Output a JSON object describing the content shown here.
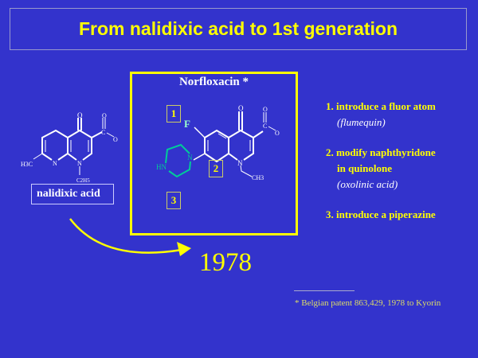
{
  "title": "From nalidixic acid to 1st generation",
  "norfloxacin": {
    "title": "Norfloxacin *",
    "box1": "1",
    "box2": "2",
    "box3": "3"
  },
  "nalidixic": {
    "label": "nalidixic acid"
  },
  "atoms": {
    "O": "O",
    "O_minus": "O",
    "minus": "-",
    "N": "N",
    "F": "F",
    "H3C": "H3C",
    "C2H5": "C2H5",
    "CH3": "CH3",
    "HN": "HN"
  },
  "year": "1978",
  "list": {
    "item1": "1. introduce a fluor atom",
    "item1_paren": "flumequin",
    "item2a": "2. modify naphthyridone",
    "item2b": "in quinolone",
    "item2_paren": "oxolinic acid",
    "item3": "3. introduce a piperazine"
  },
  "footnote": "* Belgian patent 863,429, 1978 to Kyorin",
  "colors": {
    "background": "#3333cc",
    "accent": "#ffff00",
    "piperazine": "#00cc99"
  }
}
